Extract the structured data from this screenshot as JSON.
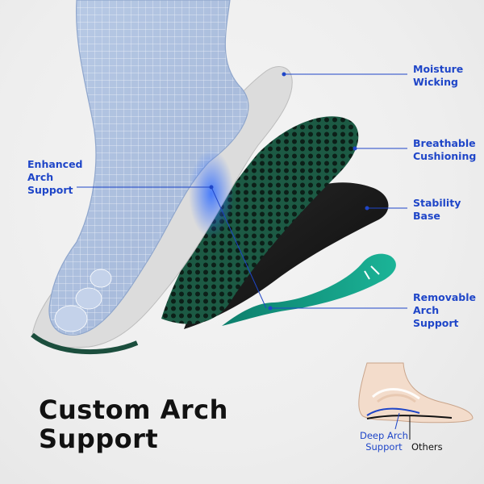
{
  "callouts": {
    "moisture_wicking": "Moisture\nWicking",
    "breathable_cushioning": "Breathable\nCushioning",
    "stability_base": "Stability\nBase",
    "removable_arch_support": "Removable\nArch\nSupport",
    "enhanced_arch_support": "Enhanced\nArch\nSupport"
  },
  "headline": "Custom Arch\nSupport",
  "comparison": {
    "deep_arch_label": "Deep Arch\nSupport",
    "others_label": "Others"
  },
  "colors": {
    "accent_blue": "#1f46c8",
    "mesh_green": "#1d5a44",
    "arch_teal": "#1aa08a",
    "base_black": "#111111"
  }
}
